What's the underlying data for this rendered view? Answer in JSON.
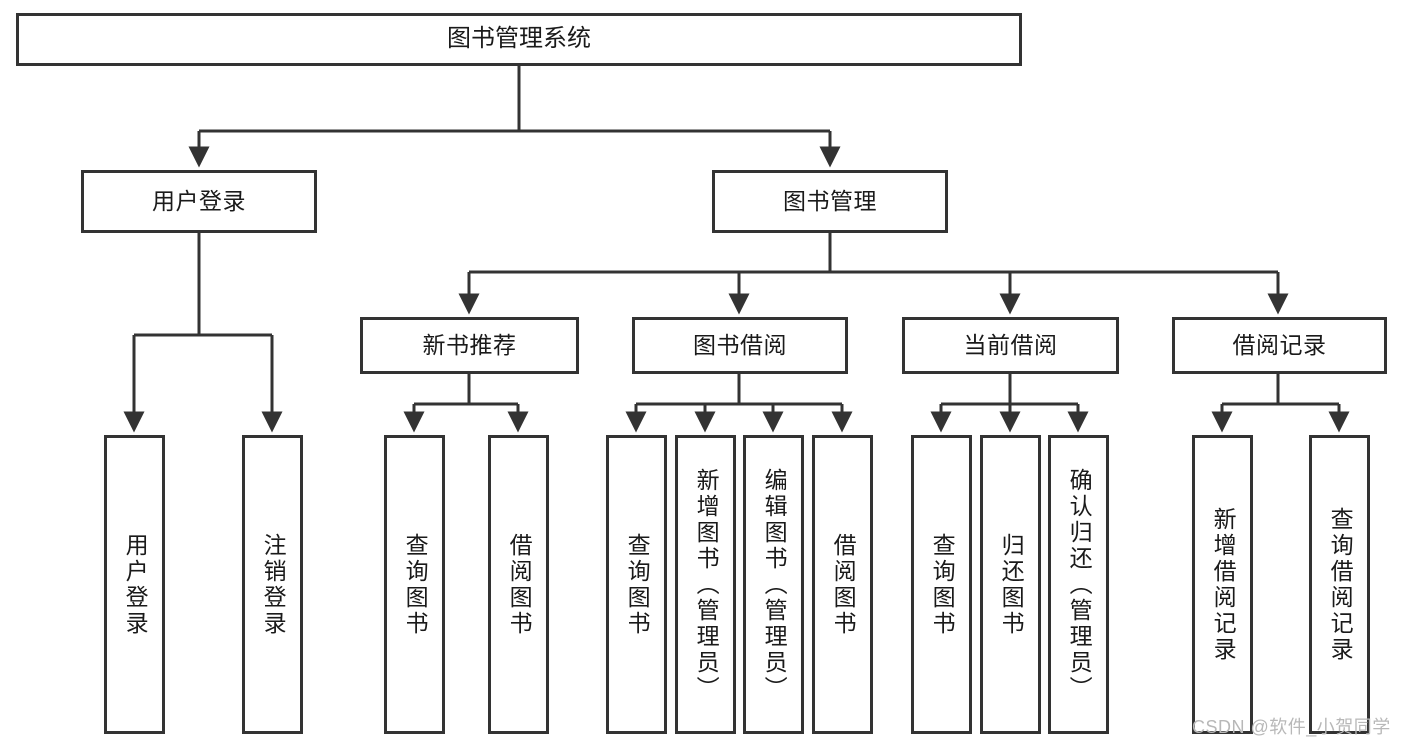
{
  "diagram": {
    "title": "图书管理系统",
    "root": {
      "id": "root",
      "label": "图书管理系统"
    },
    "level2": [
      {
        "id": "user-login",
        "label": "用户登录"
      },
      {
        "id": "book-management",
        "label": "图书管理"
      }
    ],
    "level3": [
      {
        "id": "new-book-recommend",
        "label": "新书推荐"
      },
      {
        "id": "book-borrow",
        "label": "图书借阅"
      },
      {
        "id": "current-borrow",
        "label": "当前借阅"
      },
      {
        "id": "borrow-record",
        "label": "借阅记录"
      }
    ],
    "leaves": {
      "user_login": [
        {
          "id": "leaf-user-login",
          "label": "用户登录"
        },
        {
          "id": "leaf-user-logout",
          "label": "注销登录"
        }
      ],
      "new_book_recommend": [
        {
          "id": "leaf-query-book-1",
          "label": "查询图书"
        },
        {
          "id": "leaf-borrow-book-1",
          "label": "借阅图书"
        }
      ],
      "book_borrow": [
        {
          "id": "leaf-query-book-2",
          "label": "查询图书"
        },
        {
          "id": "leaf-add-book",
          "label": "新增图书（管理员）"
        },
        {
          "id": "leaf-edit-book",
          "label": "编辑图书（管理员）"
        },
        {
          "id": "leaf-borrow-book-2",
          "label": "借阅图书"
        }
      ],
      "current_borrow": [
        {
          "id": "leaf-query-book-3",
          "label": "查询图书"
        },
        {
          "id": "leaf-return-book",
          "label": "归还图书"
        },
        {
          "id": "leaf-confirm-return",
          "label": "确认归还（管理员）"
        }
      ],
      "borrow_record": [
        {
          "id": "leaf-add-record",
          "label": "新增借阅记录"
        },
        {
          "id": "leaf-query-record",
          "label": "查询借阅记录"
        }
      ]
    },
    "watermark": "CSDN @软件_小贺同学",
    "colors": {
      "stroke": "#333333",
      "background": "#ffffff",
      "text": "#1a1a1a",
      "watermark": "#b8b8b8"
    }
  }
}
